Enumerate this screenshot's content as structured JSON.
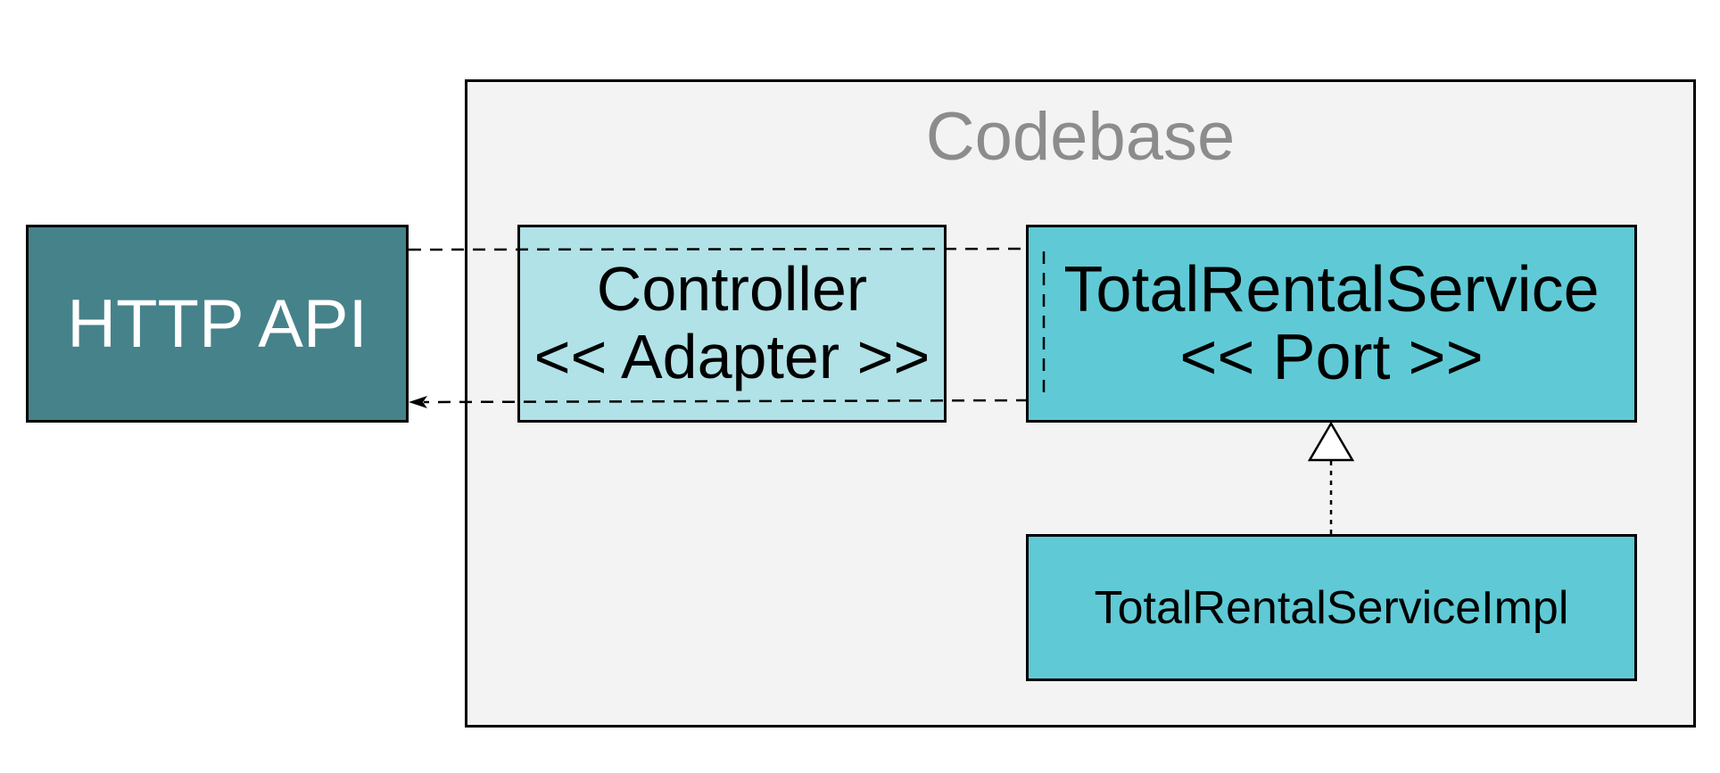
{
  "colors": {
    "codebase_fill": "#f3f3f3",
    "codebase_title": "#8c8c8c",
    "http_api_fill": "#46828a",
    "http_api_text": "#ffffff",
    "controller_fill": "#b0e2e7",
    "port_fill": "#5fcad6",
    "impl_fill": "#5fcad6",
    "text": "#000000",
    "border": "#000000"
  },
  "codebase": {
    "title": "Codebase"
  },
  "http_api": {
    "label": "HTTP API"
  },
  "controller": {
    "line1": "Controller",
    "line2": "<< Adapter >>"
  },
  "port": {
    "line1": "TotalRentalService",
    "line2": "<< Port >>"
  },
  "impl": {
    "label": "TotalRentalServiceImpl"
  }
}
